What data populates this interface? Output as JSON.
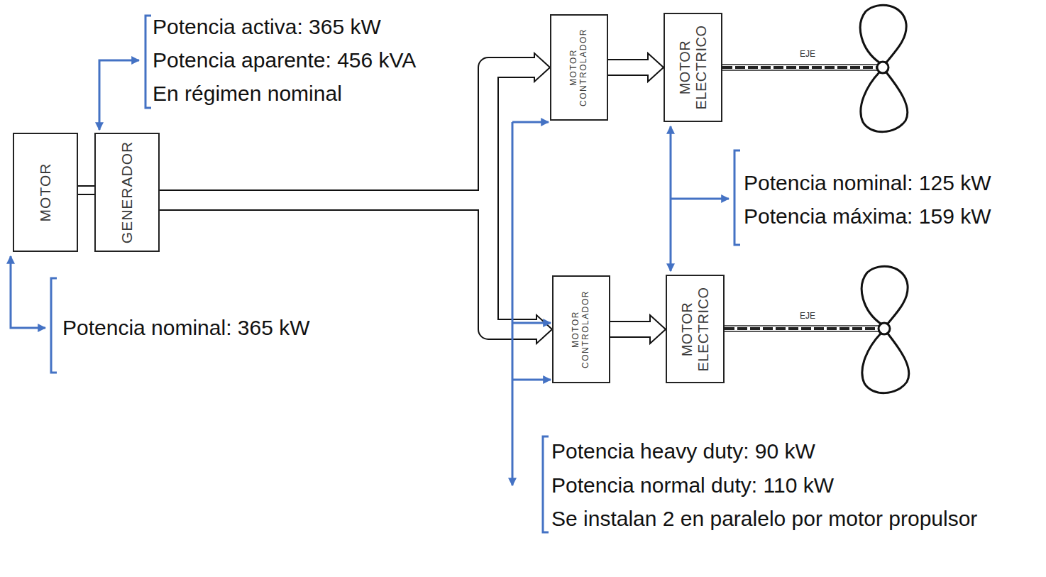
{
  "diagram": {
    "nodes": [
      {
        "text": [
          "MOTOR"
        ]
      },
      {
        "text": [
          "GENERADOR"
        ]
      },
      {
        "text": [
          "MOTOR CONTROLADOR"
        ]
      },
      {
        "text": [
          "MOTOR ELECTRICO"
        ]
      },
      {
        "text": [
          "MOTOR CONTROLADOR"
        ]
      },
      {
        "text": [
          "MOTOR ELECTRICO"
        ]
      }
    ],
    "edges": [
      {
        "from": 0,
        "to": 1,
        "arrow": "none"
      },
      {
        "from": 1,
        "to": 2,
        "arrow": "to"
      },
      {
        "from": 1,
        "to": 4,
        "arrow": "to"
      },
      {
        "from": 2,
        "to": 3,
        "arrow": "to"
      },
      {
        "from": 4,
        "to": 5,
        "arrow": "to"
      }
    ],
    "labels": [
      "Potencia activa: 365 kW",
      "Potencia aparente: 456 kVA",
      "En régimen nominal",
      "EJE",
      "Potencia nominal: 125 kW",
      "Potencia máxima: 159 kW",
      "Potencia nominal: 365 kW",
      "EJE",
      "Potencia heavy duty: 90 kW",
      "Potencia normal duty: 110 kW",
      "Se instalan 2 en paralelo por motor propulsor"
    ]
  }
}
